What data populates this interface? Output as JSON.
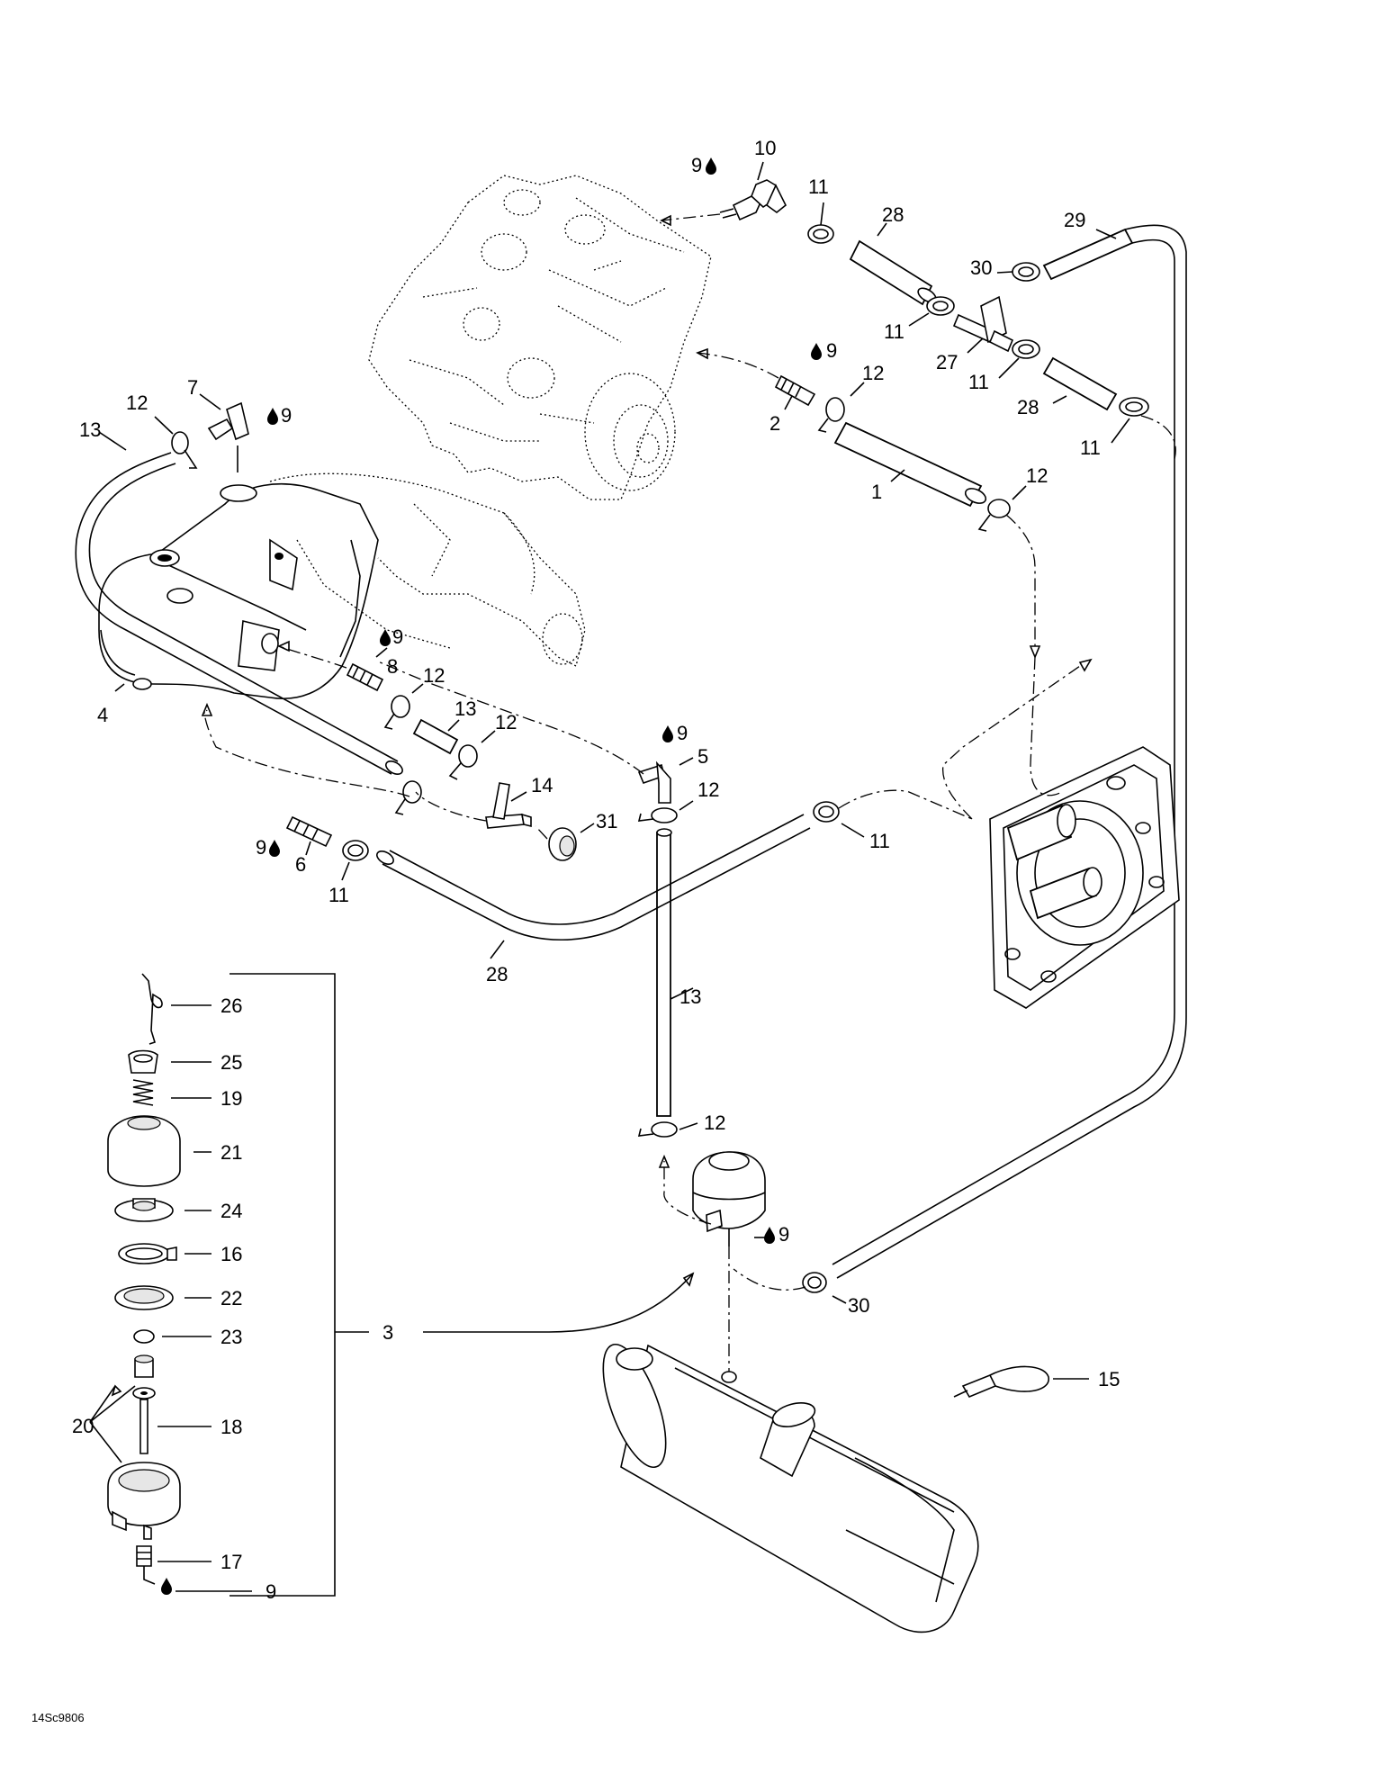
{
  "figure_code": "14Sc9806",
  "drop_symbol": "oil-drop-icon",
  "callouts": [
    {
      "id": "c10",
      "text": "10"
    },
    {
      "id": "c9a",
      "text": "9"
    },
    {
      "id": "c11a",
      "text": "11"
    },
    {
      "id": "c28a",
      "text": "28"
    },
    {
      "id": "c29",
      "text": "29"
    },
    {
      "id": "c30a",
      "text": "30"
    },
    {
      "id": "c11b",
      "text": "11"
    },
    {
      "id": "c27",
      "text": "27"
    },
    {
      "id": "c11c",
      "text": "11"
    },
    {
      "id": "c28b",
      "text": "28"
    },
    {
      "id": "c11d",
      "text": "11"
    },
    {
      "id": "c9b",
      "text": "9"
    },
    {
      "id": "c12a",
      "text": "12"
    },
    {
      "id": "c2",
      "text": "2"
    },
    {
      "id": "c1",
      "text": "1"
    },
    {
      "id": "c12b",
      "text": "12"
    },
    {
      "id": "c7",
      "text": "7"
    },
    {
      "id": "c12c",
      "text": "12"
    },
    {
      "id": "c9c",
      "text": "9"
    },
    {
      "id": "c13a",
      "text": "13"
    },
    {
      "id": "c4",
      "text": "4"
    },
    {
      "id": "c9d",
      "text": "9"
    },
    {
      "id": "c8",
      "text": "8"
    },
    {
      "id": "c12d",
      "text": "12"
    },
    {
      "id": "c13b",
      "text": "13"
    },
    {
      "id": "c12e",
      "text": "12"
    },
    {
      "id": "c14",
      "text": "14"
    },
    {
      "id": "c9e",
      "text": "9"
    },
    {
      "id": "c5",
      "text": "5"
    },
    {
      "id": "c12f",
      "text": "12"
    },
    {
      "id": "c31",
      "text": "31"
    },
    {
      "id": "c9f",
      "text": "9"
    },
    {
      "id": "c6",
      "text": "6"
    },
    {
      "id": "c11e",
      "text": "11"
    },
    {
      "id": "c11f",
      "text": "11"
    },
    {
      "id": "c28c",
      "text": "28"
    },
    {
      "id": "c13c",
      "text": "13"
    },
    {
      "id": "c12g",
      "text": "12"
    },
    {
      "id": "c9g",
      "text": "9"
    },
    {
      "id": "c30b",
      "text": "30"
    },
    {
      "id": "c3",
      "text": "3"
    },
    {
      "id": "c15",
      "text": "15"
    },
    {
      "id": "c26",
      "text": "26"
    },
    {
      "id": "c25",
      "text": "25"
    },
    {
      "id": "c19",
      "text": "19"
    },
    {
      "id": "c21",
      "text": "21"
    },
    {
      "id": "c24",
      "text": "24"
    },
    {
      "id": "c16",
      "text": "16"
    },
    {
      "id": "c22",
      "text": "22"
    },
    {
      "id": "c23",
      "text": "23"
    },
    {
      "id": "c20",
      "text": "20"
    },
    {
      "id": "c18",
      "text": "18"
    },
    {
      "id": "c17",
      "text": "17"
    },
    {
      "id": "c9h",
      "text": "9"
    }
  ]
}
